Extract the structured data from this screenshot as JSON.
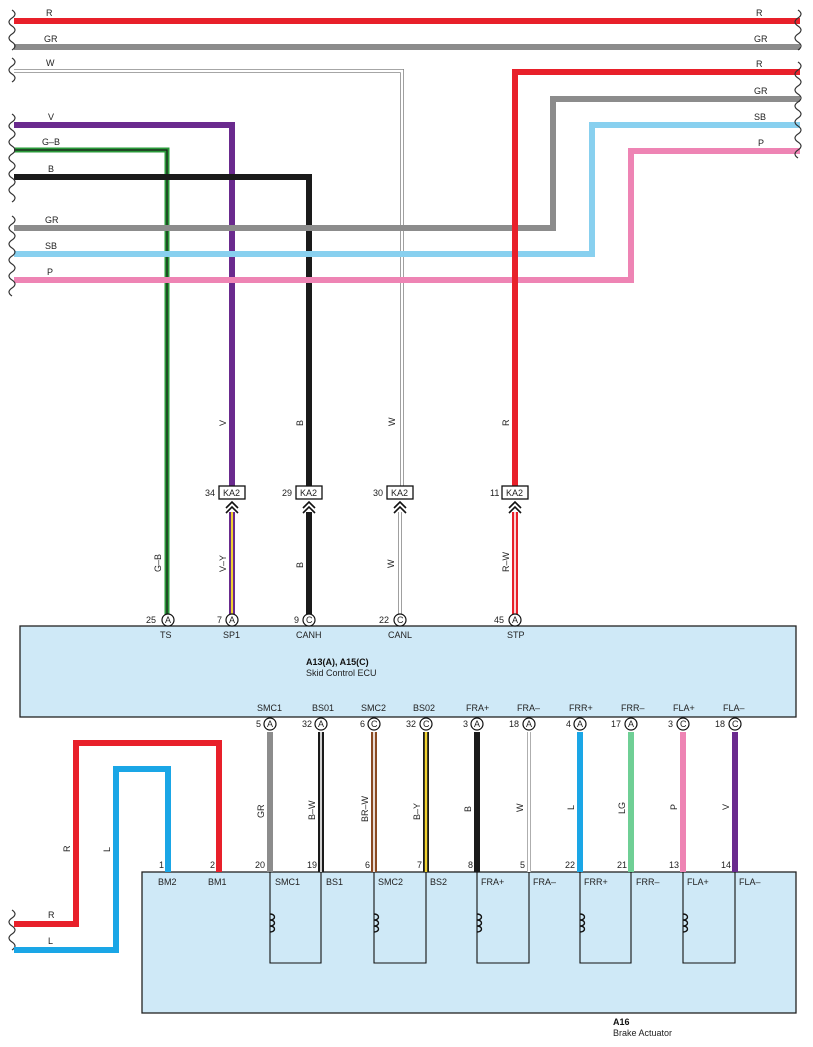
{
  "colors": {
    "R": "#e8202a",
    "GR": "#8c8c8c",
    "W": "#f0f0f0",
    "V": "#6a2a8e",
    "G": "#2a9a3a",
    "B": "#1a1a1a",
    "SB": "#88d0ef",
    "P": "#ee84b4",
    "L": "#1aa6e6",
    "BR": "#8a4a22",
    "Y": "#f0d230",
    "LG": "#6fcf95",
    "ECU_BOX": "#cfe9f7"
  },
  "top_left_wires": [
    "R",
    "GR",
    "W",
    "V",
    "G–B",
    "B",
    "GR",
    "SB",
    "P"
  ],
  "top_right_wires": [
    "R",
    "GR",
    "R",
    "GR",
    "SB",
    "P"
  ],
  "vertical_wire_labels": {
    "v1": "V",
    "b1": "B",
    "w1": "W",
    "r1": "R",
    "gb": "G–B",
    "vy": "V–Y",
    "b2": "B",
    "w2": "W",
    "rw": "R–W"
  },
  "connectors_ka2": [
    {
      "pin": "34",
      "name": "KA2"
    },
    {
      "pin": "29",
      "name": "KA2"
    },
    {
      "pin": "30",
      "name": "KA2"
    },
    {
      "pin": "11",
      "name": "KA2"
    }
  ],
  "ecu": {
    "title": "A13(A), A15(C)",
    "subtitle": "Skid Control ECU",
    "top_pins": [
      {
        "pin": "25",
        "conn": "A",
        "name": "TS"
      },
      {
        "pin": "7",
        "conn": "A",
        "name": "SP1"
      },
      {
        "pin": "9",
        "conn": "C",
        "name": "CANH"
      },
      {
        "pin": "22",
        "conn": "C",
        "name": "CANL"
      },
      {
        "pin": "45",
        "conn": "A",
        "name": "STP"
      }
    ],
    "bottom_pins": [
      {
        "pin": "5",
        "conn": "A",
        "name": "SMC1",
        "wire": "GR"
      },
      {
        "pin": "32",
        "conn": "A",
        "name": "BS01",
        "wire": "B–W"
      },
      {
        "pin": "6",
        "conn": "C",
        "name": "SMC2",
        "wire": "BR–W"
      },
      {
        "pin": "32",
        "conn": "C",
        "name": "BS02",
        "wire": "B–Y"
      },
      {
        "pin": "3",
        "conn": "A",
        "name": "FRA+",
        "wire": "B"
      },
      {
        "pin": "18",
        "conn": "A",
        "name": "FRA–",
        "wire": "W"
      },
      {
        "pin": "4",
        "conn": "A",
        "name": "FRR+",
        "wire": "L"
      },
      {
        "pin": "17",
        "conn": "A",
        "name": "FRR–",
        "wire": "LG"
      },
      {
        "pin": "3",
        "conn": "C",
        "name": "FLA+",
        "wire": "P"
      },
      {
        "pin": "18",
        "conn": "C",
        "name": "FLA–",
        "wire": "V"
      }
    ]
  },
  "actuator": {
    "title": "A16",
    "subtitle": "Brake Actuator",
    "pins": [
      {
        "pin": "1",
        "name": "BM2"
      },
      {
        "pin": "2",
        "name": "BM1"
      },
      {
        "pin": "20",
        "name": "SMC1"
      },
      {
        "pin": "19",
        "name": "BS1"
      },
      {
        "pin": "6",
        "name": "SMC2"
      },
      {
        "pin": "7",
        "name": "BS2"
      },
      {
        "pin": "8",
        "name": "FRA+"
      },
      {
        "pin": "5",
        "name": "FRA–"
      },
      {
        "pin": "22",
        "name": "FRR+"
      },
      {
        "pin": "21",
        "name": "FRR–"
      },
      {
        "pin": "13",
        "name": "FLA+"
      },
      {
        "pin": "14",
        "name": "FLA–"
      }
    ]
  },
  "bm_wires": {
    "r": "R",
    "l": "L",
    "r_end": "R",
    "l_end": "L"
  }
}
